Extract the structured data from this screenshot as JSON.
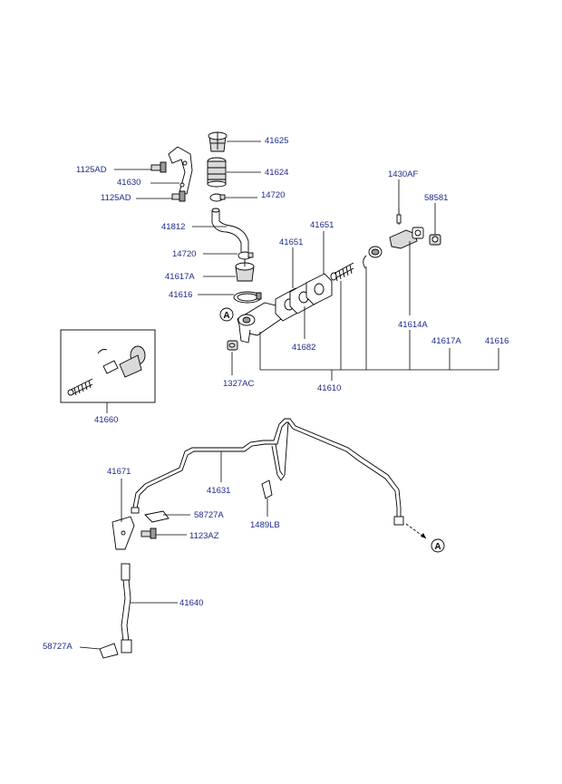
{
  "labels": {
    "p41625": "41625",
    "p41624": "41624",
    "p14720a": "14720",
    "p1125ADa": "1125AD",
    "p41630": "41630",
    "p1125ADb": "1125AD",
    "p41812": "41812",
    "p14720b": "14720",
    "p41617Aa": "41617A",
    "p41616a": "41616",
    "p41651a": "41651",
    "p41651b": "41651",
    "p41682": "41682",
    "p1327AC": "1327AC",
    "p41610": "41610",
    "p1430AF": "1430AF",
    "p58581": "58581",
    "p41614A": "41614A",
    "p41617Ab": "41617A",
    "p41616b": "41616",
    "p41660": "41660",
    "p41671": "41671",
    "p41631": "41631",
    "p58727Aa": "58727A",
    "p1123AZ": "1123AZ",
    "p1489LB": "1489LB",
    "p41640": "41640",
    "p58727Ab": "58727A"
  },
  "refs": {
    "a1": "A",
    "a2": "A"
  }
}
